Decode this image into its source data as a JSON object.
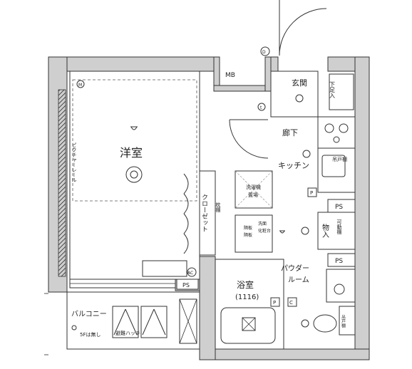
{
  "rooms": {
    "western_room": "洋室",
    "genkan": "玄関",
    "hallway": "廊下",
    "kitchen": "キッチン",
    "bathroom": "浴室",
    "bathroom_size": "(1116)",
    "powder_room_line1": "パウダー",
    "powder_room_line2": "ルーム",
    "balcony": "バルコニー",
    "closet": "クローゼット",
    "storage": "物入"
  },
  "fixtures": {
    "mb": "MB",
    "ps_balcony": "PS",
    "ps_right_top": "PS",
    "ps_right_bottom": "PS",
    "shoe_box": "下足入",
    "picture_rail": "ピクチャーレール",
    "partition_shelf": "枕棚",
    "washer_area_line1": "洗濯機",
    "washer_area_line2": "置場",
    "mirror_cabinet_line1": "洗面",
    "mirror_cabinet_line2": "化粧台",
    "movable_shelf": "可動棚",
    "hanging_cupboard": "吊戸棚",
    "upper_cupboard": "吊戸棚",
    "evacuation_hatch": "避難ハッチ",
    "partition_board_1": "隔板",
    "partition_board_2": "隔板",
    "balcony_note": "5Fは無し",
    "ac": "AC",
    "d_mark": "D",
    "m_mark": "M",
    "p_mark_1": "P",
    "p_mark_2": "P",
    "c_mark": "C",
    "t_mark": "t"
  }
}
